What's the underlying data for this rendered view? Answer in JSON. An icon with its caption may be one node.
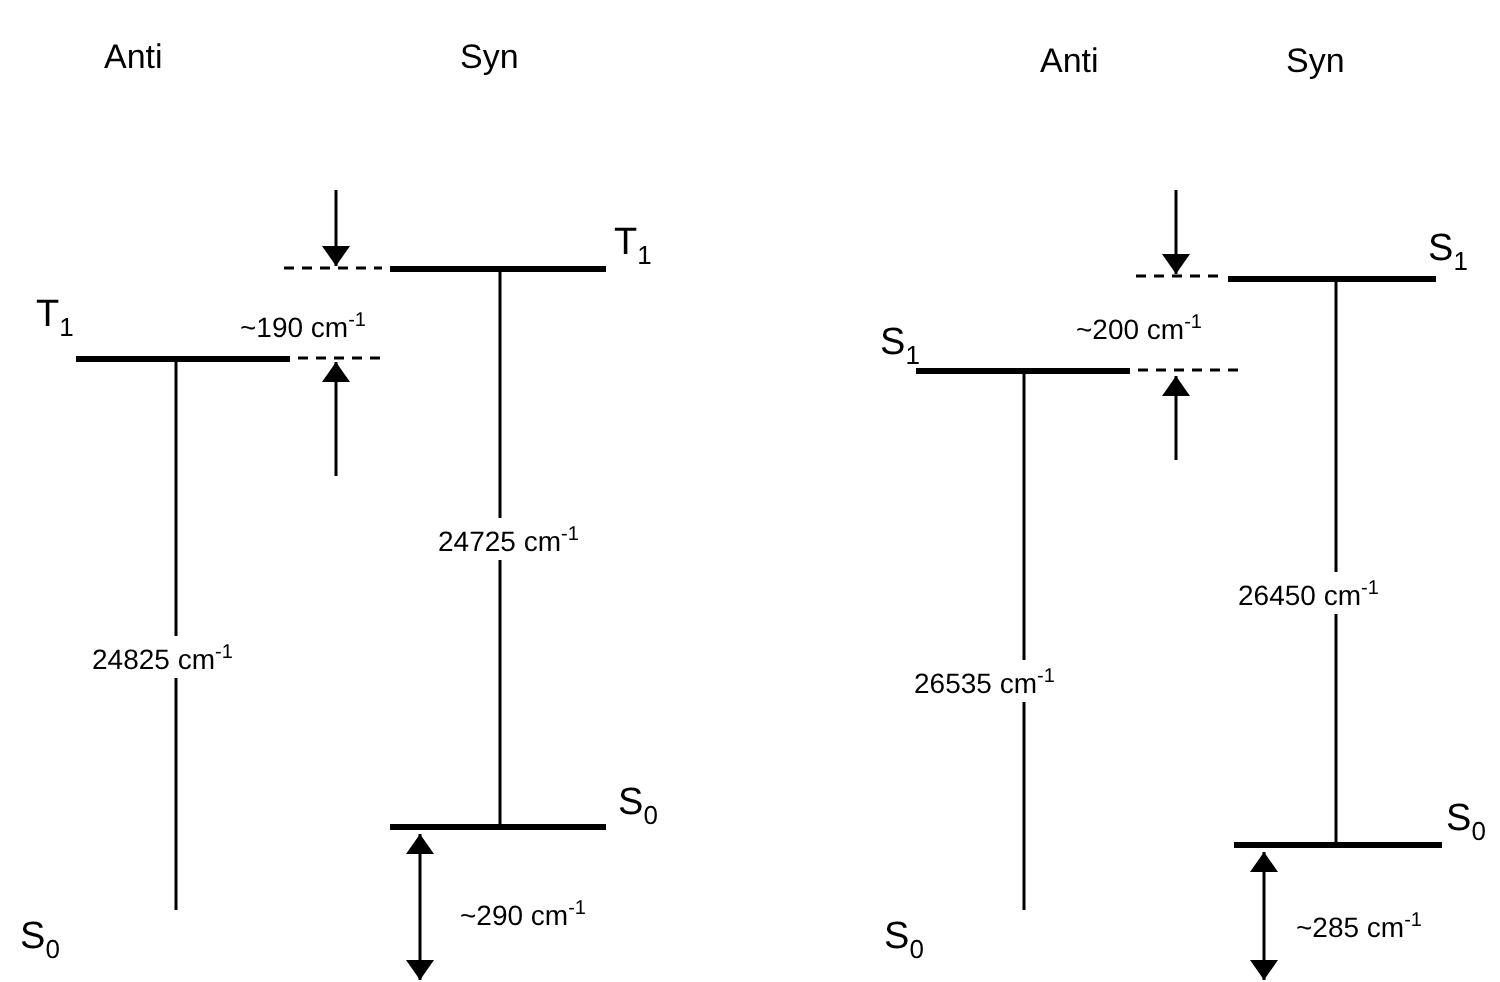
{
  "diagram": {
    "nodes": [
      {
        "text": [
          "T$_{1}$"
        ]
      },
      {
        "text": [
          "T$_{1}$"
        ]
      },
      {
        "text": [
          "S$_{0}$"
        ]
      },
      {
        "text": [
          "S$_{0}$"
        ]
      },
      {
        "text": [
          "S$_{1}$"
        ]
      },
      {
        "text": [
          "S$_{1}$"
        ]
      },
      {
        "text": [
          "S$_{0}$"
        ]
      },
      {
        "text": [
          "S$_{0}$"
        ]
      }
    ],
    "edges": [
      {
        "from": 0,
        "to": 3,
        "arrow": "none",
        "label": "24825 cm$^{-1}$"
      },
      {
        "from": 1,
        "to": 2,
        "arrow": "none",
        "label": "24725 cm$^{-1}$"
      },
      {
        "from": 4,
        "to": 7,
        "arrow": "none",
        "label": "26535 cm$^{-1}$"
      },
      {
        "from": 5,
        "to": 6,
        "arrow": "none",
        "label": "26450 cm$^{-1}$"
      }
    ],
    "labels": [
      "Anti",
      "Syn",
      "Anti",
      "Syn",
      "~190 cm$^{-1}$",
      "~290 cm$^{-1}$",
      "~200 cm$^{-1}$",
      "~285 cm$^{-1}$"
    ]
  }
}
